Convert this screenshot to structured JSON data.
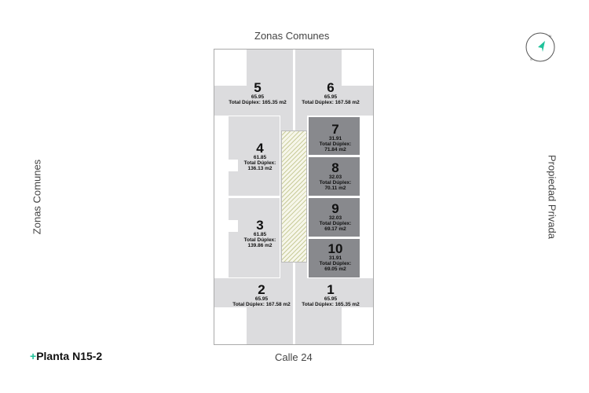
{
  "labels": {
    "top": "Zonas Comunes",
    "left": "Zonas Comunes",
    "right": "Propiedad Privada",
    "bottom": "Calle 24",
    "plan": "Planta N15-2",
    "plan_prefix": "+"
  },
  "units": [
    {
      "n": "1",
      "area": "65.95",
      "total": "Total Dúplex: 165.35 m2"
    },
    {
      "n": "2",
      "area": "65.95",
      "total": "Total Dúplex: 167.58 m2"
    },
    {
      "n": "3",
      "area": "61.85",
      "total1": "Total Dúplex:",
      "total2": "139.86 m2"
    },
    {
      "n": "4",
      "area": "61.85",
      "total1": "Total Dúplex:",
      "total2": "136.13 m2"
    },
    {
      "n": "5",
      "area": "65.95",
      "total": "Total Dúplex: 165.35 m2"
    },
    {
      "n": "6",
      "area": "65.95",
      "total": "Total Dúplex: 167.58 m2"
    },
    {
      "n": "7",
      "area": "31.91",
      "total1": "Total Dúplex:",
      "total2": "71.84 m2"
    },
    {
      "n": "8",
      "area": "32.03",
      "total1": "Total Dúplex:",
      "total2": "70.11 m2"
    },
    {
      "n": "9",
      "area": "32.03",
      "total1": "Total Dúplex:",
      "total2": "69.17 m2"
    },
    {
      "n": "10",
      "area": "31.91",
      "total1": "Total Dúplex:",
      "total2": "69.05 m2"
    }
  ],
  "colors": {
    "accent": "#1fc29a",
    "light": "#dcdcde",
    "dark": "#88898d"
  }
}
